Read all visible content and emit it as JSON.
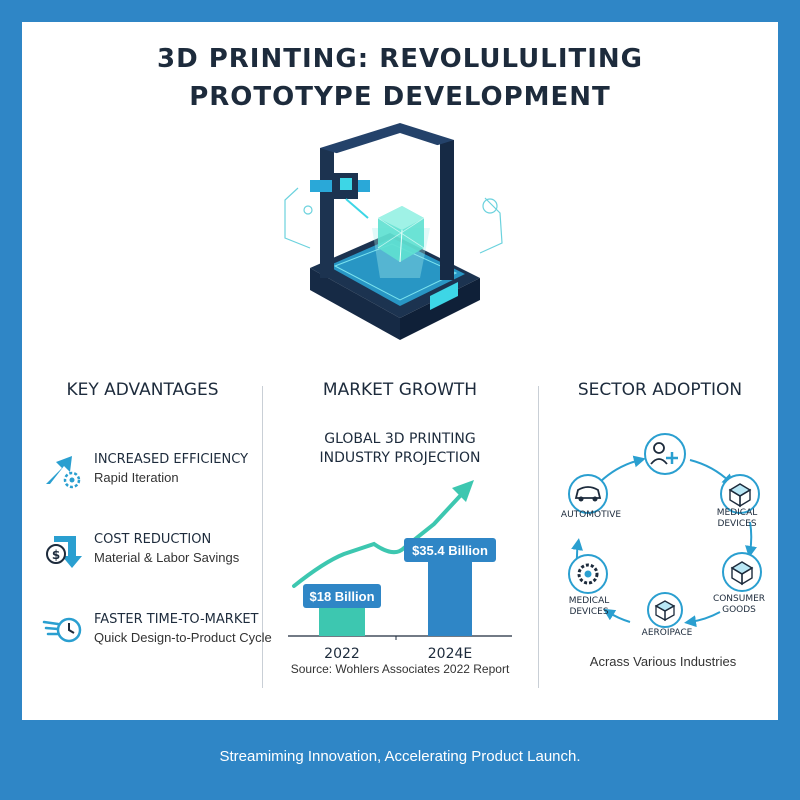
{
  "title_line1": "3D PRINTING: REVOLULULITING",
  "title_line2": "PROTOTYPE DEVELOPMENT",
  "columns": {
    "advantages": "KEY ADVANTAGES",
    "growth": "MARKET GROWTH",
    "adoption": "SECTOR ADOPTION"
  },
  "advantages": [
    {
      "heading": "INCREASED EFFICIENCY",
      "sub": "Rapid Iteration",
      "icon": "efficiency-arrow-gear-icon"
    },
    {
      "heading": "COST REDUCTION",
      "sub": "Material & Labor Savings",
      "icon": "dollar-arrow-icon"
    },
    {
      "heading": "FASTER TIME-TO-MARKET",
      "sub": "Quick Design-to-Product Cycle",
      "icon": "winged-clock-icon"
    }
  ],
  "growth": {
    "subtitle_line1": "GLOBAL 3D PRINTING",
    "subtitle_line2": "INDUSTRY PROJECTION",
    "source": "Source: Wohlers Associates 2022 Report"
  },
  "chart_data": {
    "type": "bar",
    "title": "GLOBAL 3D PRINTING INDUSTRY PROJECTION",
    "categories": [
      "2022",
      "2024E"
    ],
    "values": [
      18,
      35.4
    ],
    "data_labels": [
      "$18 Billion",
      "$35.4 Billion"
    ],
    "ylabel": "",
    "xlabel": "",
    "trend": "upward arrow",
    "colors": {
      "2022": "#3dc7b0",
      "2024E": "#2f86c6"
    }
  },
  "sectors": {
    "labels": [
      "AUTOMOTIVE",
      "MEDICAL\nDEVICES",
      "CONSUMER\nGOODS",
      "AEROIPACE",
      "MEDICAL\nDEVICES"
    ],
    "icons": [
      "car-icon",
      "medical-box-icon",
      "consumer-box-icon",
      "aerospace-box-icon",
      "gear-icon",
      "person-plus-icon"
    ],
    "caption": "Acrass Various Industries"
  },
  "footer": "Streamiming Innovation, Accelerating Product Launch.",
  "colors": {
    "frame": "#2f86c6",
    "navy": "#1d2b3c",
    "teal": "#3dc7b0",
    "blue": "#2f86c6",
    "cyan_icon": "#2a9fd0"
  }
}
